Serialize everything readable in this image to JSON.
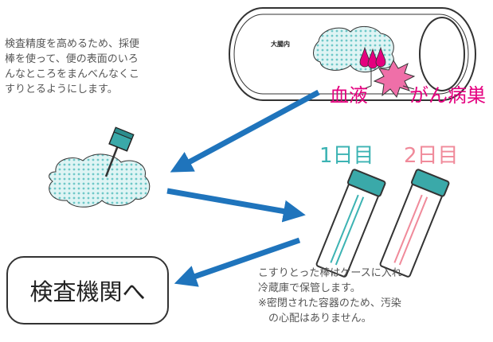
{
  "intro": {
    "lines": [
      "検査精度を高めるため、採便",
      "棒を使って、便の表面のいろ",
      "んなところをまんべんなくこ",
      "すりとるようにします。"
    ]
  },
  "colon": {
    "label": "大腸内"
  },
  "labels": {
    "blood": "血液",
    "cancer": "がん病巣",
    "day1": "1日目",
    "day2": "2日目"
  },
  "storage": {
    "lines": [
      "こすりとった棒はケースに入れ",
      "冷蔵庫で保管します。"
    ]
  },
  "note": {
    "lines": [
      "※密閉された容器のため、汚染",
      "　の心配はありません。"
    ]
  },
  "lab": {
    "label": "検査機関へ"
  },
  "colors": {
    "arrow": "#1f74bc",
    "stool_fill": "#dff4f4",
    "stool_dot": "#6ec8c8",
    "tube_cap": "#3aa9a9",
    "blood": "#e4007f",
    "day1": "#3cb3b3",
    "day2": "#f08a9a"
  }
}
